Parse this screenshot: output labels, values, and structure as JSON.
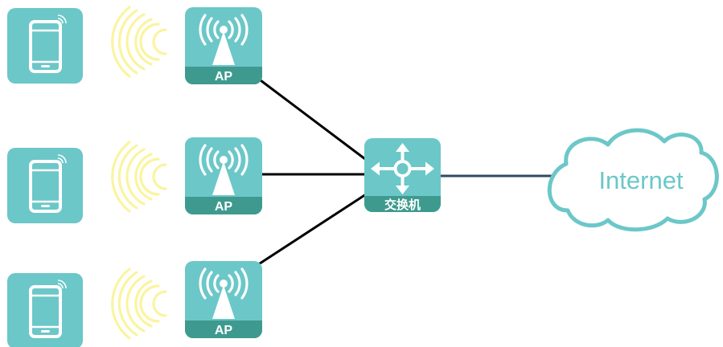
{
  "colors": {
    "tile": "#6cc7c8",
    "tile_band": "#3e9a8e",
    "icon": "#ffffff",
    "signal": "#fbf4a0",
    "link": "#000000",
    "uplink": "#2f4a62",
    "cloud_stroke": "#6cc7c8",
    "cloud_text": "#6cc7c8"
  },
  "icons": {
    "phone": "smartphone-icon",
    "signal": "wifi-signal-icon",
    "ap": "access-point-icon",
    "switch": "switch-arrows-icon",
    "cloud": "cloud-icon"
  },
  "ap_nodes": [
    {
      "label": "AP"
    },
    {
      "label": "AP"
    },
    {
      "label": "AP"
    }
  ],
  "switch": {
    "label": "交换机"
  },
  "internet": {
    "label": "Internet"
  }
}
